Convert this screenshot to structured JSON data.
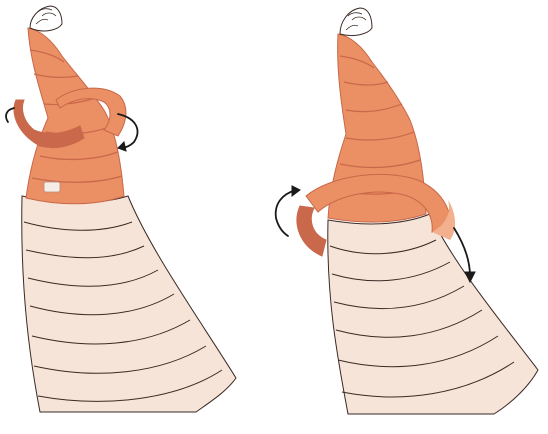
{
  "figure": {
    "panels": [
      {
        "id": "panel-left",
        "step": "upper-wrap"
      },
      {
        "id": "panel-right",
        "step": "lower-wrap"
      }
    ]
  },
  "colors": {
    "bandage": "#eb8f64",
    "bandage_dark": "#c9684a",
    "bandage_light": "#f3b08e",
    "padding": "#f7e4d8",
    "padding_shadow": "#e9cdbc",
    "line": "#3a2a24",
    "arrow": "#1a1a1a",
    "toes": "#ffffff"
  }
}
